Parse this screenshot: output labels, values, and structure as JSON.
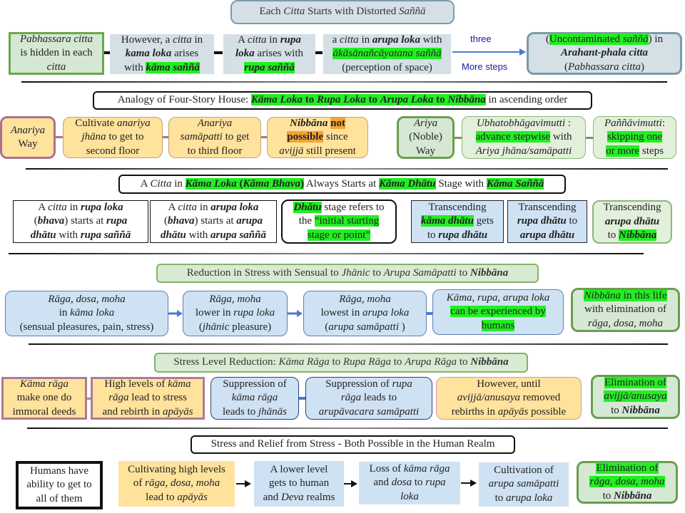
{
  "colors": {
    "highlight_green": "#22ee22",
    "highlight_orange": "#f4a435",
    "arrow_blue": "#4a7bd0",
    "label_blue": "#1a1aa0"
  },
  "section1": {
    "title": [
      {
        "t": "Each "
      },
      {
        "t": "Citta",
        "s": "i"
      },
      {
        "t": " Starts with Distorted "
      },
      {
        "t": "Saññā",
        "s": "i"
      }
    ],
    "boxes": [
      [
        [
          {
            "t": "Pabhassara citta",
            "s": "i"
          }
        ],
        [
          {
            "t": "is hidden in each"
          }
        ],
        [
          {
            "t": "citta",
            "s": "i"
          }
        ]
      ],
      [
        [
          {
            "t": "However, a "
          },
          {
            "t": "citta",
            "s": "i"
          },
          {
            "t": " in"
          }
        ],
        [
          {
            "t": "kama loka",
            "s": "bi"
          },
          {
            "t": " arises"
          }
        ],
        [
          {
            "t": "with "
          },
          {
            "t": "kāma saññā",
            "s": "bi",
            "h": "g"
          }
        ]
      ],
      [
        [
          {
            "t": "A "
          },
          {
            "t": "citta",
            "s": "i"
          },
          {
            "t": " in "
          },
          {
            "t": "rupa",
            "s": "bi"
          }
        ],
        [
          {
            "t": "loka",
            "s": "bi"
          },
          {
            "t": " arises with"
          }
        ],
        [
          {
            "t": "rupa saññā",
            "s": "bi",
            "h": "g"
          }
        ]
      ],
      [
        [
          {
            "t": "a "
          },
          {
            "t": "citta",
            "s": "i"
          },
          {
            "t": " in "
          },
          {
            "t": "arupa loka",
            "s": "bi"
          },
          {
            "t": " with"
          }
        ],
        [
          {
            "t": "ākāsānañcāyatana saññā",
            "s": "i",
            "h": "g"
          }
        ],
        [
          {
            "t": "(perception of space)"
          }
        ]
      ],
      [
        [
          {
            "t": "("
          },
          {
            "t": "Uncontaminated ",
            "h": "g"
          },
          {
            "t": "saññā",
            "s": "i",
            "h": "g"
          },
          {
            "t": ") in"
          }
        ],
        [
          {
            "t": "Arahant-phala citta",
            "s": "bi"
          }
        ],
        [
          {
            "t": "("
          },
          {
            "t": "Pabhassara citta",
            "s": "i"
          },
          {
            "t": ")"
          }
        ]
      ]
    ],
    "arrow_label_top": "three",
    "arrow_label_bottom": "More steps"
  },
  "section2": {
    "title": [
      {
        "t": "Analogy of Four-Story House: "
      },
      {
        "t": "Kāma Loka",
        "s": "bi",
        "h": "g"
      },
      {
        "t": " to ",
        "s": "b",
        "h": "g"
      },
      {
        "t": "Rupa Loka",
        "s": "bi",
        "h": "g"
      },
      {
        "t": " to ",
        "s": "b",
        "h": "g"
      },
      {
        "t": "Arupa Loka",
        "s": "bi",
        "h": "g"
      },
      {
        "t": " to ",
        "s": "b",
        "h": "g"
      },
      {
        "t": "Nibbāna",
        "s": "bi",
        "h": "g"
      },
      {
        "t": " in ascending order"
      }
    ],
    "anariya": [
      [
        [
          {
            "t": "Anariya",
            "s": "i"
          }
        ],
        [
          {
            "t": "Way"
          }
        ]
      ],
      [
        [
          {
            "t": "Cultivate "
          },
          {
            "t": "anariya",
            "s": "i"
          }
        ],
        [
          {
            "t": "jhāna",
            "s": "i"
          },
          {
            "t": " to get to"
          }
        ],
        [
          {
            "t": "second floor"
          }
        ]
      ],
      [
        [
          {
            "t": "Anariya",
            "s": "i"
          }
        ],
        [
          {
            "t": "samāpatti",
            "s": "i"
          },
          {
            "t": " to get"
          }
        ],
        [
          {
            "t": "to third floor"
          }
        ]
      ],
      [
        [
          {
            "t": "Nibbāna",
            "s": "bi"
          },
          {
            "t": " "
          },
          {
            "t": "not",
            "s": "b",
            "h": "o"
          }
        ],
        [
          {
            "t": "possible",
            "s": "b",
            "h": "o"
          },
          {
            "t": " since"
          }
        ],
        [
          {
            "t": "avijjā",
            "s": "i"
          },
          {
            "t": " still present"
          }
        ]
      ]
    ],
    "ariya": [
      [
        [
          {
            "t": "Ariya",
            "s": "i"
          }
        ],
        [
          {
            "t": "(Noble)"
          }
        ],
        [
          {
            "t": "Way"
          }
        ]
      ],
      [
        [
          {
            "t": "Ubhatobhāgavimutti",
            "s": "i"
          },
          {
            "t": " :"
          }
        ],
        [
          {
            "t": "advance stepwise",
            "h": "g"
          },
          {
            "t": " with"
          }
        ],
        [
          {
            "t": "Ariya jhāna/samāpatti",
            "s": "i"
          }
        ]
      ],
      [
        [
          {
            "t": "Paññāvimutti",
            "s": "i"
          },
          {
            "t": ":"
          }
        ],
        [
          {
            "t": "skipping one",
            "h": "g"
          }
        ],
        [
          {
            "t": "or more",
            "h": "g"
          },
          {
            "t": " steps"
          }
        ]
      ]
    ]
  },
  "section3": {
    "title": [
      {
        "t": "A "
      },
      {
        "t": "Citta",
        "s": "i"
      },
      {
        "t": " in "
      },
      {
        "t": "Kāma Loka",
        "s": "bi",
        "h": "g"
      },
      {
        "t": " (",
        "s": "b",
        "h": "g"
      },
      {
        "t": "Kāma Bhava",
        "s": "bi",
        "h": "g"
      },
      {
        "t": ")",
        "s": "b",
        "h": "g"
      },
      {
        "t": " Always Starts at "
      },
      {
        "t": "Kāma Dhātu",
        "s": "bi",
        "h": "g"
      },
      {
        "t": " Stage with "
      },
      {
        "t": "Kāma Saññā",
        "s": "bi",
        "h": "g"
      }
    ],
    "boxes": [
      [
        [
          {
            "t": "A "
          },
          {
            "t": "citta",
            "s": "i"
          },
          {
            "t": " in "
          },
          {
            "t": "rupa loka",
            "s": "bi"
          }
        ],
        [
          {
            "t": "("
          },
          {
            "t": "bhava",
            "s": "bi"
          },
          {
            "t": ") starts at "
          },
          {
            "t": "rupa",
            "s": "bi"
          }
        ],
        [
          {
            "t": "dhātu",
            "s": "bi"
          },
          {
            "t": " with "
          },
          {
            "t": "rupa saññā",
            "s": "bi"
          }
        ]
      ],
      [
        [
          {
            "t": "A "
          },
          {
            "t": "citta",
            "s": "i"
          },
          {
            "t": " in "
          },
          {
            "t": "arupa loka",
            "s": "bi"
          }
        ],
        [
          {
            "t": "("
          },
          {
            "t": "bhava",
            "s": "bi"
          },
          {
            "t": ") starts at "
          },
          {
            "t": "arupa",
            "s": "bi"
          }
        ],
        [
          {
            "t": "dhātu",
            "s": "bi"
          },
          {
            "t": " with "
          },
          {
            "t": "arupa saññā",
            "s": "bi"
          }
        ]
      ],
      [
        [
          {
            "t": "Dhātu",
            "s": "bi",
            "h": "g"
          },
          {
            "t": " stage refers to"
          }
        ],
        [
          {
            "t": "the "
          },
          {
            "t": "“initial starting",
            "h": "g"
          }
        ],
        [
          {
            "t": "stage or point”",
            "h": "g"
          }
        ]
      ],
      [
        [
          {
            "t": "Transcending"
          }
        ],
        [
          {
            "t": "kāma dhātu",
            "s": "bi",
            "h": "g"
          },
          {
            "t": " gets"
          }
        ],
        [
          {
            "t": "to "
          },
          {
            "t": "rupa dhātu",
            "s": "bi"
          }
        ]
      ],
      [
        [
          {
            "t": "Transcending"
          }
        ],
        [
          {
            "t": "rupa dhātu",
            "s": "bi"
          },
          {
            "t": " to"
          }
        ],
        [
          {
            "t": "arupa dhātu",
            "s": "bi"
          }
        ]
      ],
      [
        [
          {
            "t": "Transcending"
          }
        ],
        [
          {
            "t": "arupa dhātu",
            "s": "bi"
          }
        ],
        [
          {
            "t": "to "
          },
          {
            "t": "Nibbāna",
            "s": "bi",
            "h": "g"
          }
        ]
      ]
    ]
  },
  "section4": {
    "title": [
      {
        "t": "Reduction in Stress with Sensual to "
      },
      {
        "t": "Jhānic",
        "s": "i"
      },
      {
        "t": " to "
      },
      {
        "t": "Arupa Samāpatti",
        "s": "i"
      },
      {
        "t": " to "
      },
      {
        "t": "Nibbāna",
        "s": "bi"
      }
    ],
    "boxes": [
      [
        [
          {
            "t": "Rāga, dosa, moha",
            "s": "i"
          }
        ],
        [
          {
            "t": "in "
          },
          {
            "t": "kāma loka",
            "s": "i"
          }
        ],
        [
          {
            "t": "(sensual pleasures, pain, stress)"
          }
        ]
      ],
      [
        [
          {
            "t": "Rāga, moha",
            "s": "i"
          }
        ],
        [
          {
            "t": "lower in "
          },
          {
            "t": "rupa loka",
            "s": "i"
          }
        ],
        [
          {
            "t": "("
          },
          {
            "t": "jhānic",
            "s": "i"
          },
          {
            "t": " pleasure)"
          }
        ]
      ],
      [
        [
          {
            "t": "Rāga, moha",
            "s": "i"
          }
        ],
        [
          {
            "t": "lowest in "
          },
          {
            "t": "arupa loka",
            "s": "i"
          }
        ],
        [
          {
            "t": "("
          },
          {
            "t": "arupa samāpatti",
            "s": "i"
          },
          {
            "t": " )"
          }
        ]
      ],
      [
        [
          {
            "t": "Kāma, rupa, arupa loka",
            "s": "i"
          }
        ],
        [
          {
            "t": "can be experienced by",
            "h": "g"
          }
        ],
        [
          {
            "t": "humans",
            "h": "g"
          }
        ]
      ],
      [
        [
          {
            "t": "Nibbāna",
            "s": "i",
            "h": "g"
          },
          {
            "t": " in this life",
            "h": "g"
          }
        ],
        [
          {
            "t": "with elimination of"
          }
        ],
        [
          {
            "t": "rāga, dosa, moha",
            "s": "i"
          }
        ]
      ]
    ]
  },
  "section5": {
    "title": [
      {
        "t": "Stress Level Reduction: "
      },
      {
        "t": "Kāma Rāga",
        "s": "i"
      },
      {
        "t": " to "
      },
      {
        "t": "Rupa Rāga",
        "s": "i"
      },
      {
        "t": " to "
      },
      {
        "t": "Arupa Rāga",
        "s": "i"
      },
      {
        "t": " to "
      },
      {
        "t": "Nibbāna",
        "s": "bi"
      }
    ],
    "boxes": [
      [
        [
          {
            "t": "Kāma rāga",
            "s": "i"
          }
        ],
        [
          {
            "t": "make one do"
          }
        ],
        [
          {
            "t": "immoral deeds"
          }
        ]
      ],
      [
        [
          {
            "t": "High levels of "
          },
          {
            "t": "kāma",
            "s": "i"
          }
        ],
        [
          {
            "t": "rāga",
            "s": "i"
          },
          {
            "t": " lead to stress"
          }
        ],
        [
          {
            "t": "and rebirth in "
          },
          {
            "t": "apāyās",
            "s": "i"
          }
        ]
      ],
      [
        [
          {
            "t": "Suppression of"
          }
        ],
        [
          {
            "t": "kāma rāga",
            "s": "i"
          }
        ],
        [
          {
            "t": "leads to "
          },
          {
            "t": "jhānās",
            "s": "i"
          }
        ]
      ],
      [
        [
          {
            "t": "Suppression of "
          },
          {
            "t": "rupa",
            "s": "i"
          }
        ],
        [
          {
            "t": "rāga",
            "s": "i"
          },
          {
            "t": " leads to"
          }
        ],
        [
          {
            "t": "arupāvacara samāpatti",
            "s": "i"
          }
        ]
      ],
      [
        [
          {
            "t": "However, until"
          }
        ],
        [
          {
            "t": "avijjā/anusaya",
            "s": "i"
          },
          {
            "t": " removed"
          }
        ],
        [
          {
            "t": "rebirths in "
          },
          {
            "t": "apāyās",
            "s": "i"
          },
          {
            "t": " possible"
          }
        ]
      ],
      [
        [
          {
            "t": "Elimination of",
            "h": "g"
          }
        ],
        [
          {
            "t": "avijjā/anusaya",
            "s": "i",
            "h": "g"
          }
        ],
        [
          {
            "t": "to "
          },
          {
            "t": "Nibbāna",
            "s": "bi"
          }
        ]
      ]
    ]
  },
  "section6": {
    "title": [
      {
        "t": "Stress and Relief from Stress - Both Possible in the Human Realm"
      }
    ],
    "boxes": [
      [
        [
          {
            "t": "Humans have"
          }
        ],
        [
          {
            "t": "ability to get to"
          }
        ],
        [
          {
            "t": "all of them"
          }
        ]
      ],
      [
        [
          {
            "t": "Cultivating high levels"
          }
        ],
        [
          {
            "t": "of "
          },
          {
            "t": "rāga, dosa, moha",
            "s": "i"
          }
        ],
        [
          {
            "t": "lead to "
          },
          {
            "t": "apāyās",
            "s": "i"
          }
        ]
      ],
      [
        [
          {
            "t": "A lower level"
          }
        ],
        [
          {
            "t": "gets to human"
          }
        ],
        [
          {
            "t": "and "
          },
          {
            "t": "Deva",
            "s": "i"
          },
          {
            "t": " realms"
          }
        ]
      ],
      [
        [
          {
            "t": "Loss of "
          },
          {
            "t": "kāma rāga",
            "s": "i"
          }
        ],
        [
          {
            "t": "and "
          },
          {
            "t": "dosa",
            "s": "i"
          },
          {
            "t": " to "
          },
          {
            "t": "rupa",
            "s": "i"
          }
        ],
        [
          {
            "t": "loka",
            "s": "i"
          }
        ]
      ],
      [
        [
          {
            "t": "Cultivation of"
          }
        ],
        [
          {
            "t": "arupa samāpatti",
            "s": "i"
          }
        ],
        [
          {
            "t": "to "
          },
          {
            "t": "arupa loka",
            "s": "i"
          }
        ]
      ],
      [
        [
          {
            "t": "Elimination of",
            "h": "g"
          }
        ],
        [
          {
            "t": "rāga, dosa, moha",
            "s": "i",
            "h": "g"
          }
        ],
        [
          {
            "t": "to "
          },
          {
            "t": "Nibbāna",
            "s": "bi"
          }
        ]
      ]
    ]
  }
}
